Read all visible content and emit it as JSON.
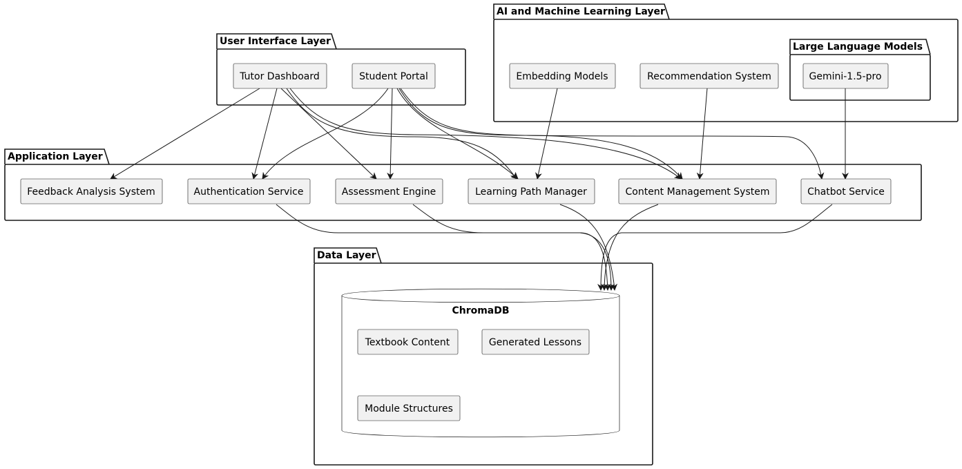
{
  "packages": {
    "ui": {
      "title": "User Interface Layer"
    },
    "ai": {
      "title": "AI and Machine Learning Layer"
    },
    "llm": {
      "title": "Large Language Models"
    },
    "app": {
      "title": "Application Layer"
    },
    "data": {
      "title": "Data Layer"
    }
  },
  "nodes": {
    "tutor_dashboard": "Tutor Dashboard",
    "student_portal": "Student Portal",
    "embedding_models": "Embedding Models",
    "recommendation_system": "Recommendation System",
    "gemini": "Gemini-1.5-pro",
    "feedback_analysis": "Feedback Analysis System",
    "authentication_service": "Authentication Service",
    "assessment_engine": "Assessment Engine",
    "learning_path_manager": "Learning Path Manager",
    "content_management": "Content Management System",
    "chatbot_service": "Chatbot Service",
    "textbook_content": "Textbook Content",
    "generated_lessons": "Generated Lessons",
    "module_structures": "Module Structures"
  },
  "database": {
    "title": "ChromaDB"
  },
  "edges": [
    {
      "from": "tutor_dashboard",
      "to": "feedback_analysis"
    },
    {
      "from": "tutor_dashboard",
      "to": "authentication_service"
    },
    {
      "from": "tutor_dashboard",
      "to": "assessment_engine"
    },
    {
      "from": "tutor_dashboard",
      "to": "learning_path_manager"
    },
    {
      "from": "tutor_dashboard",
      "to": "content_management"
    },
    {
      "from": "student_portal",
      "to": "authentication_service"
    },
    {
      "from": "student_portal",
      "to": "assessment_engine"
    },
    {
      "from": "student_portal",
      "to": "learning_path_manager"
    },
    {
      "from": "student_portal",
      "to": "content_management"
    },
    {
      "from": "student_portal",
      "to": "chatbot_service"
    },
    {
      "from": "embedding_models",
      "to": "learning_path_manager"
    },
    {
      "from": "recommendation_system",
      "to": "content_management"
    },
    {
      "from": "gemini",
      "to": "chatbot_service"
    },
    {
      "from": "authentication_service",
      "to": "chromadb"
    },
    {
      "from": "assessment_engine",
      "to": "chromadb"
    },
    {
      "from": "learning_path_manager",
      "to": "chromadb"
    },
    {
      "from": "content_management",
      "to": "chromadb"
    },
    {
      "from": "chatbot_service",
      "to": "chromadb"
    }
  ]
}
